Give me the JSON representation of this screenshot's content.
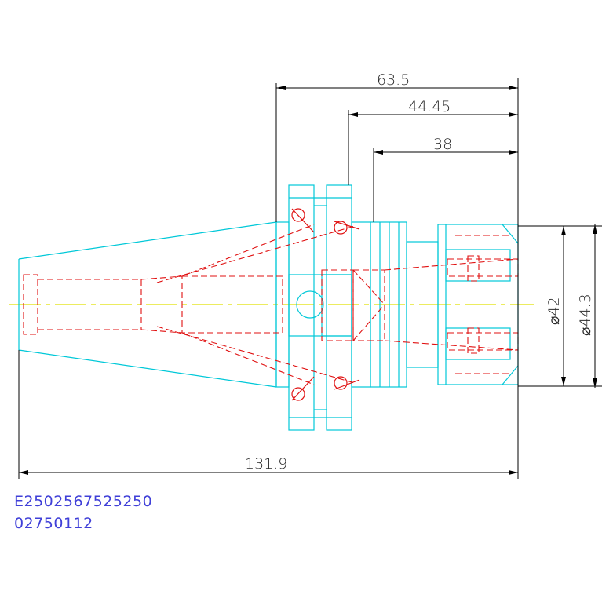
{
  "dimensions": {
    "flange_to_end": "63.5",
    "groove_to_end": "44.45",
    "body_to_end": "38",
    "diameter_inner": "⌀42",
    "diameter_outer": "⌀44.3",
    "overall_length": "131.9"
  },
  "labels": {
    "part_number": "E2502567525250",
    "part_code": "02750112"
  },
  "colors": {
    "outline": "#00c8d8",
    "hidden": "#e01010",
    "centerline": "#e0e000",
    "dimension": "#000000",
    "label": "#4040d8"
  }
}
